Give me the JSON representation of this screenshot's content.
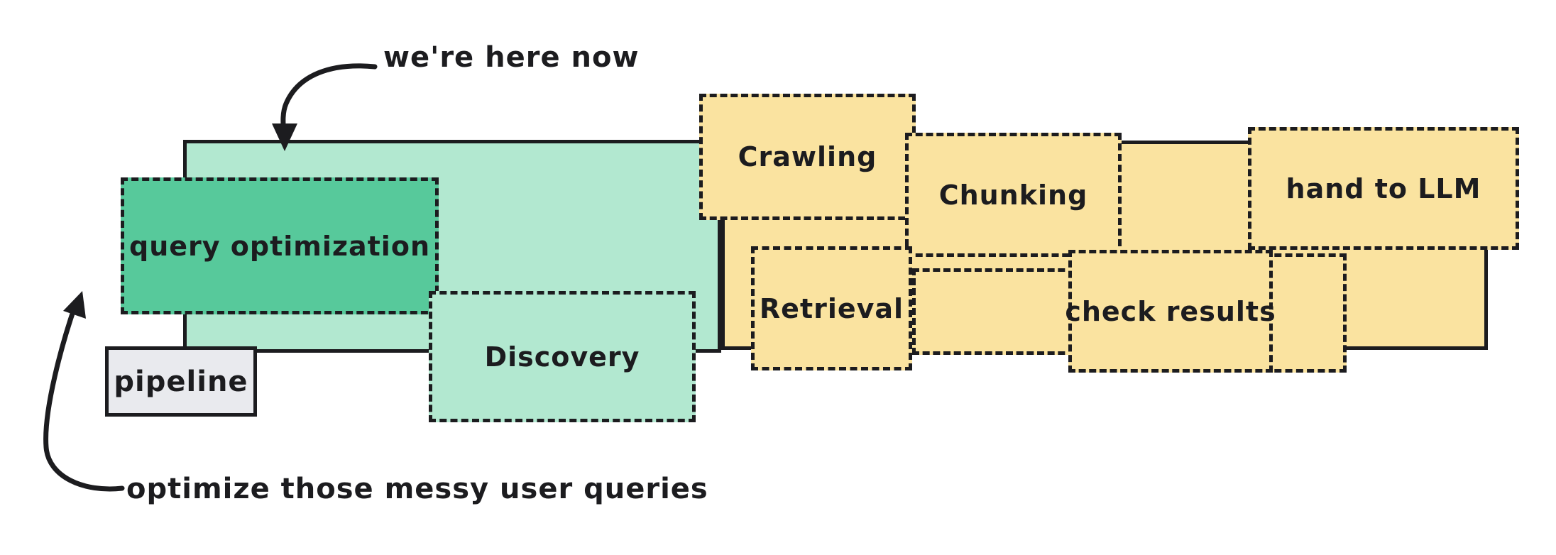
{
  "diagram": {
    "annotations": {
      "were_here": "we're here now",
      "optimize": "optimize those messy user queries"
    },
    "pipeline_label": "pipeline",
    "stages": {
      "query_optimization": "query optimization",
      "discovery": "Discovery",
      "crawling": "Crawling",
      "chunking": "Chunking",
      "hand_to_llm": "hand to LLM",
      "retrieval": "Retrieval",
      "check_results": "check results"
    },
    "colors": {
      "mint": "#b2e8d0",
      "green": "#57c99b",
      "yellow": "#fae3a0",
      "gray": "#e9eaee",
      "ink": "#1c1c1f",
      "background": "#ffffff"
    }
  }
}
